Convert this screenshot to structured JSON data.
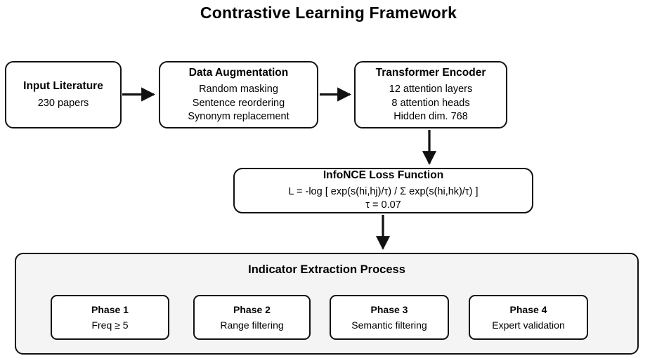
{
  "title": "Contrastive Learning Framework",
  "pipeline": {
    "nodes": [
      {
        "id": "input-literature",
        "header": "Input Literature",
        "lines": [
          "230 papers"
        ]
      },
      {
        "id": "data-augmentation",
        "header": "Data Augmentation",
        "lines": [
          "Random masking",
          "Sentence reordering",
          "Synonym replacement"
        ]
      },
      {
        "id": "transformer-encoder",
        "header": "Transformer Encoder",
        "lines": [
          "12 attention layers",
          "8 attention heads",
          "Hidden dim. 768"
        ]
      }
    ]
  },
  "loss": {
    "header": "InfoNCE Loss Function",
    "formula": "L = -log [ exp(s(hi,hj)/τ) / Σ exp(s(hi,hk)/τ) ]",
    "temperature": "τ = 0.07"
  },
  "indicator_panel": {
    "title": "Indicator Extraction Process",
    "phases": [
      {
        "header": "Phase 1",
        "description": "Freq ≥ 5"
      },
      {
        "header": "Phase 2",
        "description": "Range filtering"
      },
      {
        "header": "Phase 3",
        "description": "Semantic filtering"
      },
      {
        "header": "Phase 4",
        "description": "Expert validation"
      }
    ]
  },
  "style": {
    "stroke_color": "#111111",
    "panel_fill": "#f4f4f4",
    "node_fill": "#ffffff",
    "background": "#ffffff"
  }
}
